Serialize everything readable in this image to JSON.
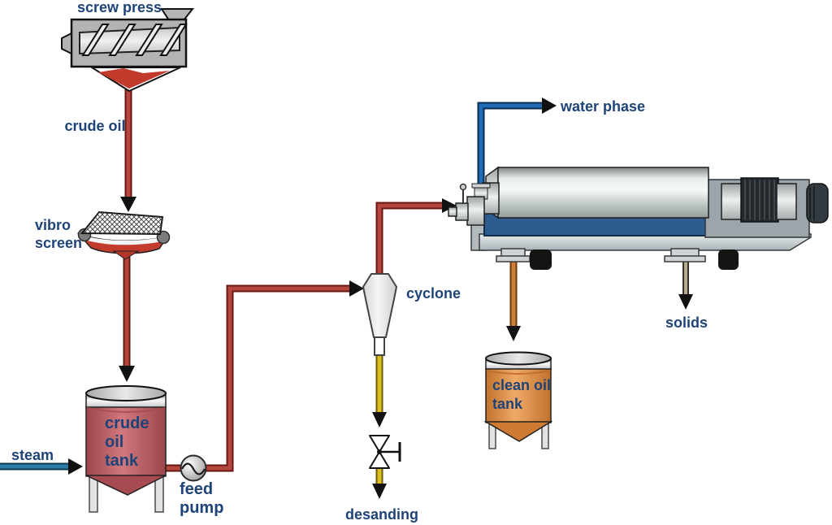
{
  "labels": {
    "screw_press": "screw press",
    "crude_oil": "crude oil",
    "vibro_screen_line1": "vibro",
    "vibro_screen_line2": "screen",
    "steam": "steam",
    "crude_oil_tank_line1": "crude",
    "crude_oil_tank_line2": "oil",
    "crude_oil_tank_line3": "tank",
    "feed_pump_line1": "feed",
    "feed_pump_line2": "pump",
    "cyclone": "cyclone",
    "desanding": "desanding",
    "water_phase": "water phase",
    "clean_oil_tank_line1": "clean oil",
    "clean_oil_tank_line2": "tank",
    "solids": "solids"
  },
  "colors": {
    "label_text": "#1d4379",
    "background": "#ffffff",
    "pipe_crude_oil": "#b5463e",
    "pipe_crude_oil_edge": "#6b1713",
    "pipe_steam": "#2e7ca8",
    "pipe_water_phase": "#1f6cb4",
    "pipe_desanding": "#ddbe25",
    "pipe_clean_oil": "#cd7f35",
    "pipe_solids": "#b5aa8d",
    "arrowhead": "#111111",
    "tank_crude": "#c05a60",
    "tank_clean": "#e49a58",
    "centrifuge_casing_blue": "#2d5d90",
    "machine_gray": "#b8bfc3"
  },
  "flows": [
    {
      "from": "screw-press",
      "to": "vibro-screen",
      "stream": "crude oil",
      "color": "#b5463e"
    },
    {
      "from": "vibro-screen",
      "to": "crude-oil-tank",
      "stream": "crude oil",
      "color": "#b5463e"
    },
    {
      "from": "steam-supply",
      "to": "crude-oil-tank",
      "stream": "steam",
      "color": "#2e7ca8"
    },
    {
      "from": "crude-oil-tank",
      "to": "cyclone",
      "stream": "crude oil via feed pump",
      "color": "#b5463e"
    },
    {
      "from": "cyclone",
      "to": "desanding",
      "stream": "desanding",
      "color": "#ddbe25"
    },
    {
      "from": "cyclone",
      "to": "decanter-centrifuge",
      "stream": "crude oil",
      "color": "#b5463e"
    },
    {
      "from": "decanter-centrifuge",
      "to": "water-phase",
      "stream": "water phase",
      "color": "#1f6cb4"
    },
    {
      "from": "decanter-centrifuge",
      "to": "clean-oil-tank",
      "stream": "clean oil",
      "color": "#cd7f35"
    },
    {
      "from": "decanter-centrifuge",
      "to": "solids",
      "stream": "solids",
      "color": "#b5aa8d"
    }
  ]
}
